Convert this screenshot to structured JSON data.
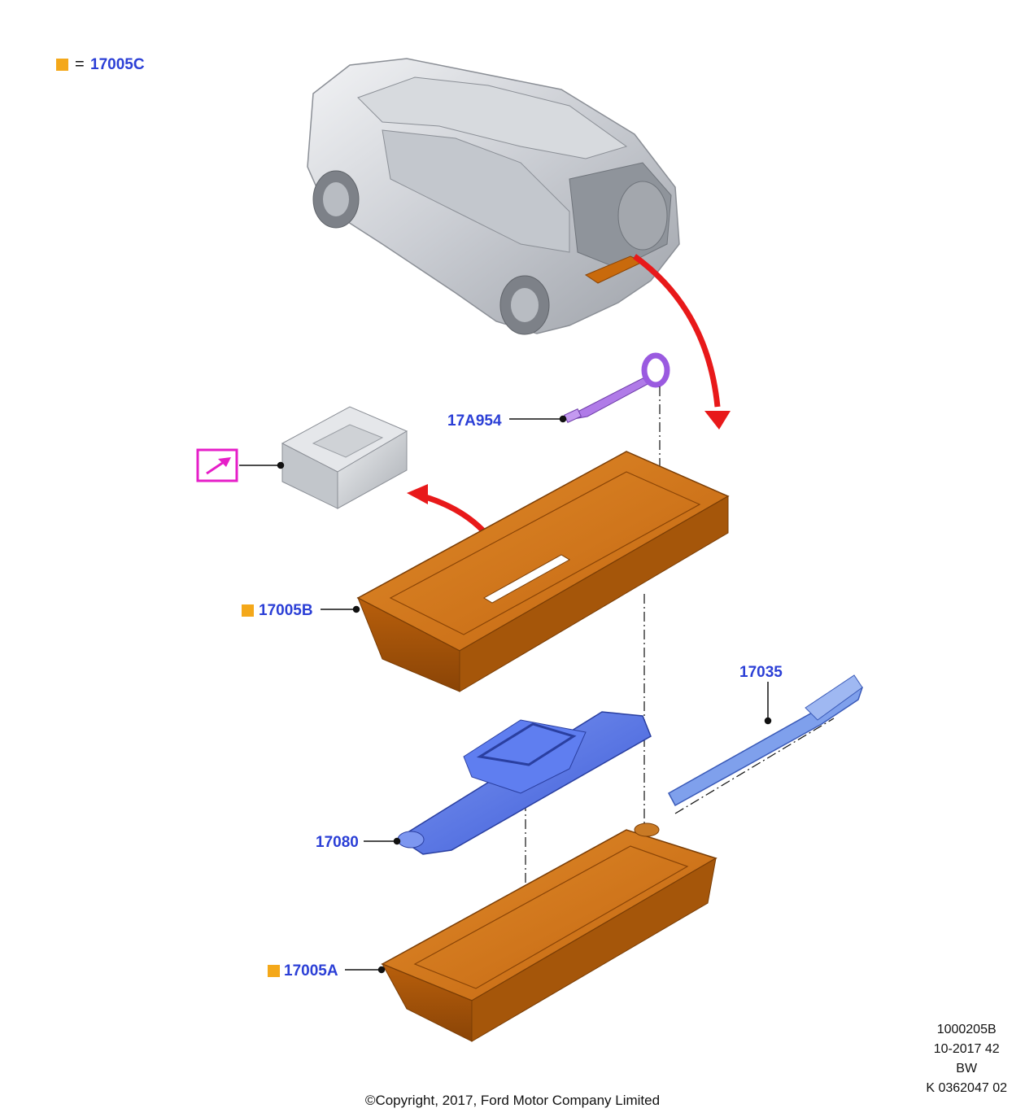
{
  "legend": {
    "equals": "=",
    "code": "17005C"
  },
  "callouts": {
    "tow_hook": "17A954",
    "upper_tray": "17005B",
    "wrench": "17035",
    "jack": "17080",
    "lower_tray": "17005A"
  },
  "doc_info": {
    "line1": "1000205B",
    "line2": "10-2017 42",
    "line3": "BW",
    "line4": "K 0362047 02"
  },
  "copyright": "©Copyright, 2017, Ford Motor Company Limited",
  "colors": {
    "label": "#2b3fd6",
    "marker": "#f4a81a",
    "tray": "#c96a0c",
    "arrow": "#e8191a",
    "jack": "#4f6fe8",
    "wrench": "#6f95e6",
    "hook": "#b07be8",
    "reference_box": "#e61ec8"
  },
  "icons": {
    "reference": "arrow-reference-icon",
    "legend_marker": "square-marker-icon"
  }
}
